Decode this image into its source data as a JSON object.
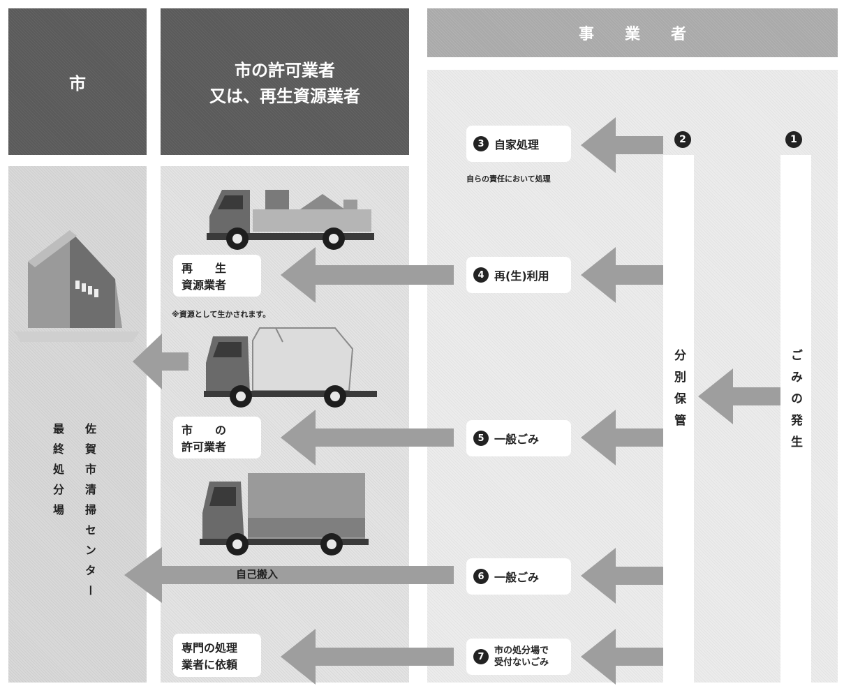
{
  "headers": {
    "city": "市",
    "hauler_line1": "市の許可業者",
    "hauler_line2": "又は、再生資源業者",
    "business": "事　　業　　者"
  },
  "business": {
    "origin_number": "1",
    "origin_label": "ごみの発生",
    "sort_number": "2",
    "sort_label": "分別保管"
  },
  "routes": {
    "self_processing": {
      "number": "3",
      "label": "自家処理",
      "note": "自らの責任において処理"
    },
    "recycle": {
      "number": "4",
      "label": "再(生)利用"
    },
    "general_licensed": {
      "number": "5",
      "label": "一般ごみ"
    },
    "general_self": {
      "number": "6",
      "label": "一般ごみ",
      "arrow_label": "自己搬入"
    },
    "not_accepted": {
      "number": "7",
      "label_line1": "市の処分場で",
      "label_line2": "受付ないごみ"
    }
  },
  "haulers": {
    "recycler_line1": "再　　生",
    "recycler_line2": "資源業者",
    "recycler_note": "※資源として生かされます。",
    "licensed_line1": "市　　の",
    "licensed_line2": "許可業者",
    "specialist_line1": "専門の処理",
    "specialist_line2": "業者に依頼"
  },
  "city": {
    "cleaning_center": "佐賀市清掃センター",
    "landfill": "最終処分場"
  },
  "colors": {
    "arrow": "#9e9e9e",
    "header_dark": "#5a5a5a",
    "header_light": "#a9a9a9",
    "number_badge": "#222222"
  }
}
